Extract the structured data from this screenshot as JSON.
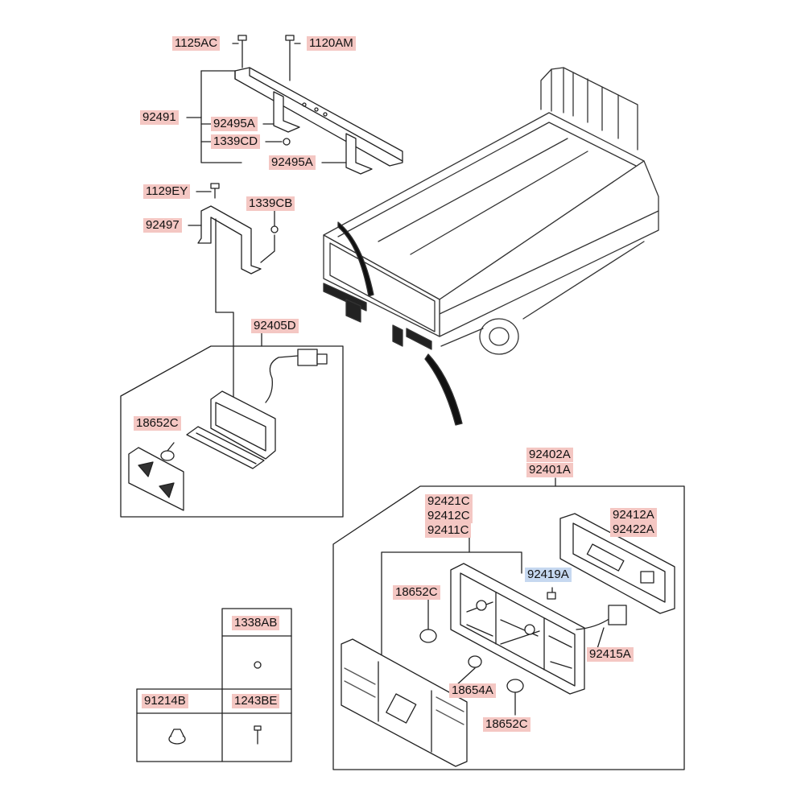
{
  "labels": {
    "p1125AC": "1125AC",
    "p1120AM": "1120AM",
    "p92491": "92491",
    "p92495A_top": "92495A",
    "p1339CD": "1339CD",
    "p92495A_bottom": "92495A",
    "p1129EY": "1129EY",
    "p1339CB": "1339CB",
    "p92497": "92497",
    "p92405D": "92405D",
    "p18652C_left": "18652C",
    "p92402A": "92402A",
    "p92401A": "92401A",
    "p92421C": "92421C",
    "p92412C": "92412C",
    "p92411C": "92411C",
    "p92412A": "92412A",
    "p92422A": "92422A",
    "p92419A": "92419A",
    "p18652C_mid": "18652C",
    "p92415A": "92415A",
    "p18654A": "18654A",
    "p18652C_bottom": "18652C",
    "p1338AB": "1338AB",
    "p91214B": "91214B",
    "p1243BE": "1243BE"
  },
  "colors": {
    "label_bg": "#f4c7c3",
    "highlight_label_bg": "#c6d8f0",
    "line": "#222222"
  }
}
